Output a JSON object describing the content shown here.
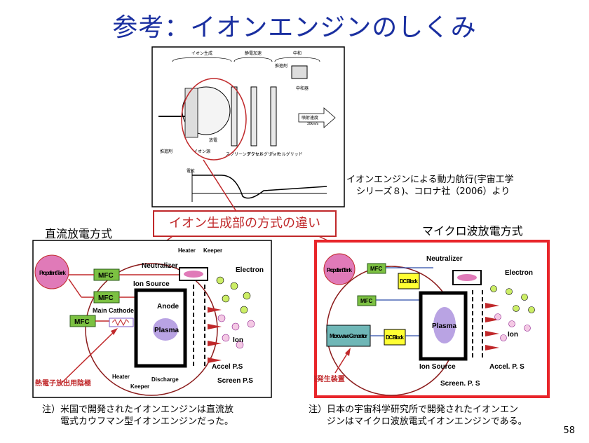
{
  "title": "参考：イオンエンジンのしくみ",
  "source_ref": {
    "line1": "イオンエンジンによる動力航行(宇宙工学",
    "line2": "シリーズ８)、コロナ社（2006）より"
  },
  "top_figure": {
    "region_ion": "イオン生成",
    "region_accel": "静電加速",
    "region_neutral": "中和",
    "propellant": "推進剤",
    "propellant2": "推進剤",
    "neutralizer": "中和器",
    "ion_source": "イオン源",
    "screen_grid": "スクリーングリッド",
    "accel_grid": "アクセルグリッド",
    "decel_grid": "ディセルグリッド",
    "exhaust": "噴射速度",
    "exhaust_speed": "30km/s",
    "potential": "電位",
    "discharge": "放電"
  },
  "difference_label": "イオン生成部の方式の違い",
  "left": {
    "heading": "直流放電方式",
    "propellant_tank": "Propellant Tank",
    "mfc": "MFC",
    "neutralizer": "Neutralizer",
    "heater_top": "Heater",
    "keeper_top": "Keeper",
    "ion_source": "Ion Source",
    "electron": "Electron",
    "anode": "Anode",
    "main_cathode": "Main Cathode",
    "plasma": "Plasma",
    "ion": "Ion",
    "heater_bottom": "Heater",
    "discharge": "Discharge",
    "keeper_bottom": "Keeper",
    "accel_ps": "Accel P.S",
    "screen_ps": "Screen P.S",
    "cathode_note": "熱電子放出用陰極",
    "footnote_line1": "注）米国で開発されたイオンエンジンは直流放",
    "footnote_line2": "電式カウフマン型イオンエンジンだった。"
  },
  "right": {
    "heading": "マイクロ波放電方式",
    "propellant_tank": "Propellant Tank",
    "mfc": "MFC",
    "neutralizer": "Neutralizer",
    "electron": "Electron",
    "dc_block": "DC Block",
    "plasma": "Plasma",
    "ion": "Ion",
    "microwave": "Microwave Generator",
    "ion_source": "Ion Source",
    "accel_ps": "Accel. P. S",
    "screen_ps": "Screen. P. S",
    "mw_note": "マイクロ波発生装置",
    "footnote_line1": "注）日本の宇宙科学研究所で開発されたイオンエン",
    "footnote_line2": "ジンはマイクロ波放電式イオンエンジンである。"
  },
  "page_number": "58",
  "colors": {
    "title": "#1a2fa0",
    "accent": "#c0282a",
    "tank": "#e07ab8",
    "mfc": "#7cc142",
    "dcblock": "#ffff33",
    "microwave": "#6fb7b7",
    "plasma": "#b9a3e3"
  }
}
